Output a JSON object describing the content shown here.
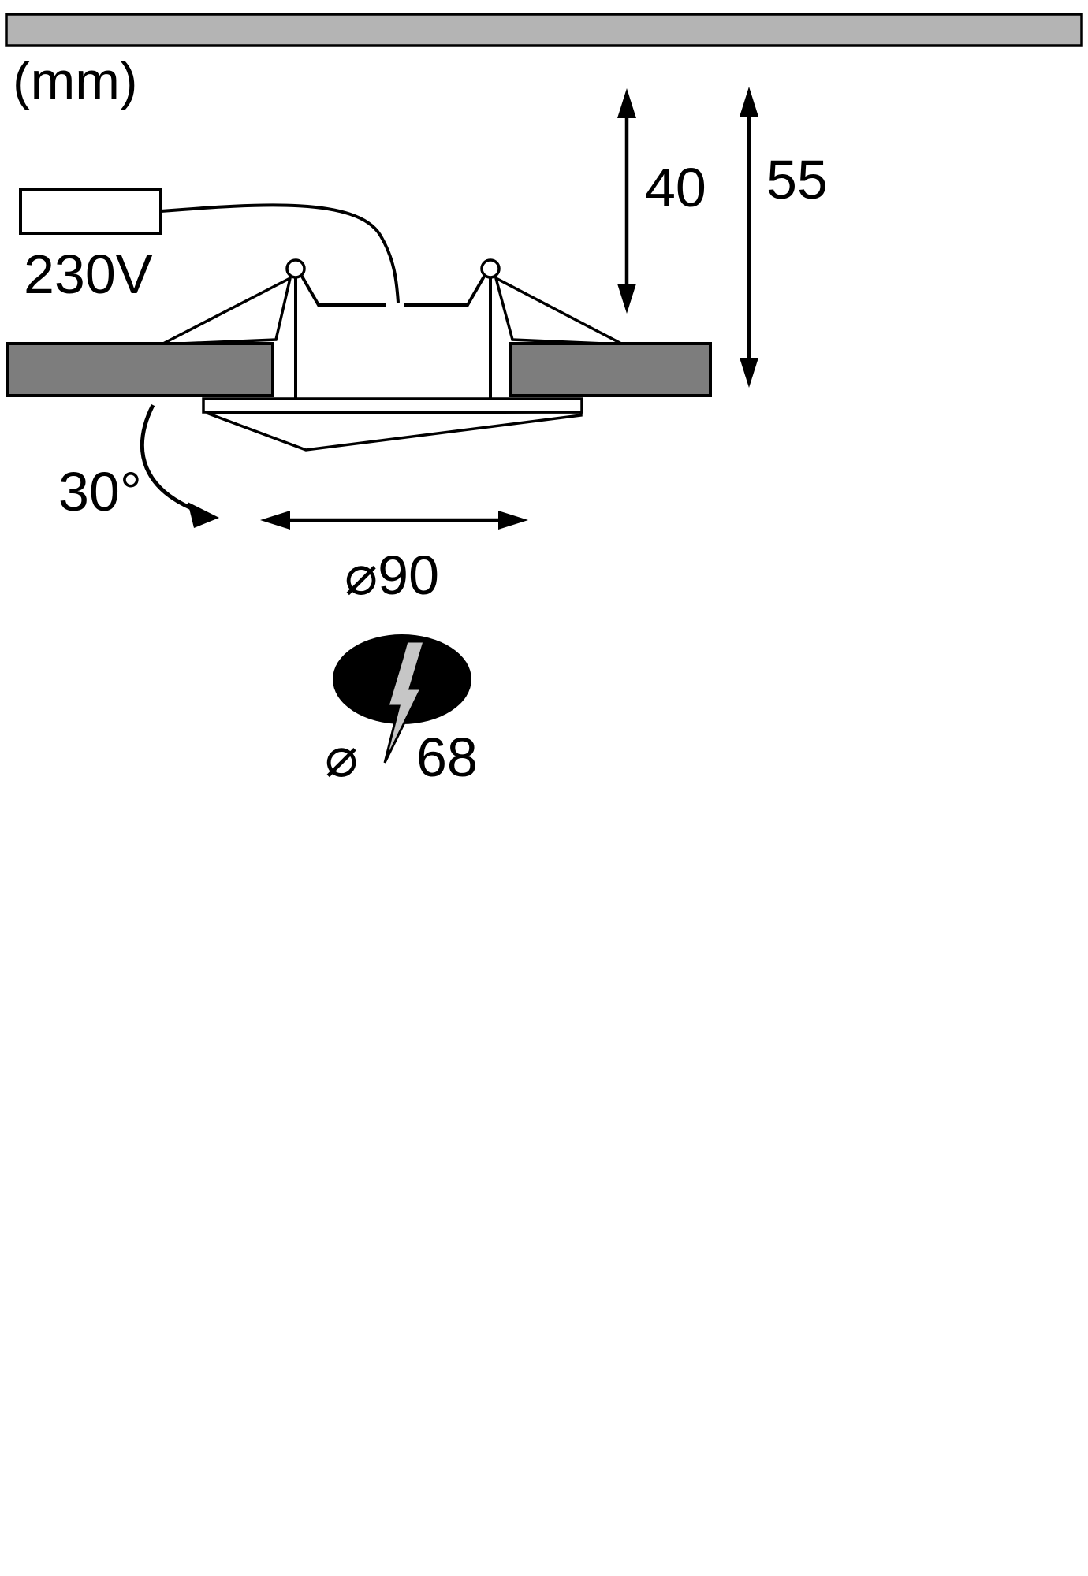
{
  "diagram": {
    "unit_label": "(mm)",
    "voltage_label": "230V",
    "swivel_angle_label": "30°",
    "recess_depth_label": "40",
    "total_height_label": "55",
    "outer_diameter_label": "⌀90",
    "cutout_diameter_symbol": "⌀",
    "cutout_diameter_value": "68"
  },
  "colors": {
    "ceiling_bar": "#b4b4b4",
    "ceiling_cut": "#7d7d7d",
    "bolt_fill": "#c6c6c6",
    "line": "#000000",
    "white": "#ffffff"
  }
}
